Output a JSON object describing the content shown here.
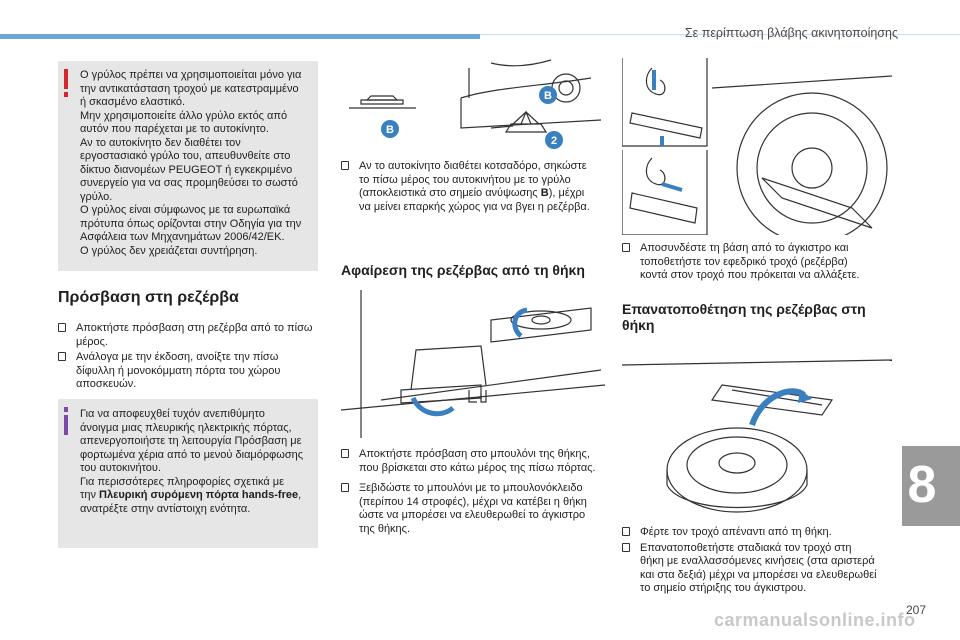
{
  "header": {
    "title": "Σε περίπτωση βλάβης ακινητοποίησης"
  },
  "warning_box": {
    "text": "Ο γρύλος πρέπει να χρησιμοποιείται μόνο για\nτην αντικατάσταση τροχού με κατεστραμμένο\nή σκασμένο ελαστικό.\nΜην χρησιμοποιείτε άλλο γρύλο εκτός από\nαυτόν που παρέχεται με το αυτοκίνητο.\nΑν το αυτοκίνητο δεν διαθέτει τον\nεργοστασιακό γρύλο του, απευθυνθείτε στο\nδίκτυο διανομέων PEUGEOT ή εγκεκριμένο\nσυνεργείο για να σας προμηθεύσει το σωστό\nγρύλο.\nΟ γρύλος είναι σύμφωνος με τα ευρωπαϊκά\nπρότυπα όπως ορίζονται στην Οδηγία για την\nΑσφάλεια των Μηχανημάτων 2006/42/ΕΚ.\nΟ γρύλος δεν χρειάζεται συντήρηση."
  },
  "section_access": {
    "title": "Πρόσβαση στη ρεζέρβα",
    "bullets": [
      "Αποκτήστε πρόσβαση στη ρεζέρβα από το πίσω\nμέρος.",
      "Ανάλογα με την έκδοση, ανοίξτε την πίσω\nδίφυλλη ή μονοκόμματη πόρτα του χώρου\nαποσκευών."
    ]
  },
  "info_box": {
    "text_1": "Για να αποφευχθεί τυχόν ανεπιθύμητο\nάνοιγμα μιας πλευρικής ηλεκτρικής πόρτας,\nαπενεργοποιήστε τη λειτουργία Πρόσβαση με\nφορτωμένα χέρια από το μενού διαμόρφωσης\nτου αυτοκινήτου.\nΓια περισσότερες πληροφορίες σχετικά με\nτην ",
    "bold": "Πλευρική συρόμενη πόρτα hands-free",
    "text_2": ",\nανατρέξτε στην αντίστοιχη ενότητα."
  },
  "jack_illustration": {
    "label_b_1": "B",
    "label_b_2": "B",
    "label_2": "2"
  },
  "towbar_note": {
    "text_1": "Αν το αυτοκίνητο διαθέτει κοτσαδόρο, σηκώστε\nτο πίσω μέρος του αυτοκινήτου με το γρύλο\n(αποκλειστικά στο σημείο ανύψωσης ",
    "bold": "B",
    "text_2": "), μέχρι\nνα μείνει επαρκής χώρος για να βγει η ρεζέρβα."
  },
  "section_remove": {
    "title": "Αφαίρεση της ρεζέρβας από τη θήκη",
    "bullets": [
      "Αποκτήστε πρόσβαση στο μπουλόνι της θήκης,\nπου βρίσκεται στο κάτω μέρος της πίσω πόρτας.",
      "Ξεβιδώστε το μπουλόνι με το μπουλονόκλειδο\n(περίπου 14 στροφές), μέχρι να κατέβει η θήκη\nώστε να μπορέσει να ελευθερωθεί το άγκιστρο\nτης θήκης."
    ]
  },
  "detach_note": {
    "bullets": [
      "Αποσυνδέστε τη βάση από το άγκιστρο και\nτοποθετήστε τον εφεδρικό τροχό (ρεζέρβα)\nκοντά στον τροχό που πρόκειται να αλλάξετε."
    ]
  },
  "section_refit": {
    "title": "Επανατοποθέτηση της ρεζέρβας στη\nθήκη",
    "bullets": [
      "Φέρτε τον τροχό απέναντι από τη θήκη.",
      "Επανατοποθετήστε σταδιακά τον τροχό στη\nθήκη με εναλλασσόμενες κινήσεις (στα αριστερά\nκαι στα δεξιά) μέχρι να μπορέσει να ελευθερωθεί\nτο σημείο στήριξης του άγκιστρου."
    ]
  },
  "chapter": {
    "number": "8"
  },
  "page": {
    "number": "207"
  },
  "watermark": {
    "text": "carmanualsonline.info"
  },
  "colors": {
    "accent": "#6aa7d6",
    "warning": "#d6252b",
    "info": "#7b4aa6",
    "box_bg": "#e6e6e6",
    "callout": "#3a7fc0"
  }
}
